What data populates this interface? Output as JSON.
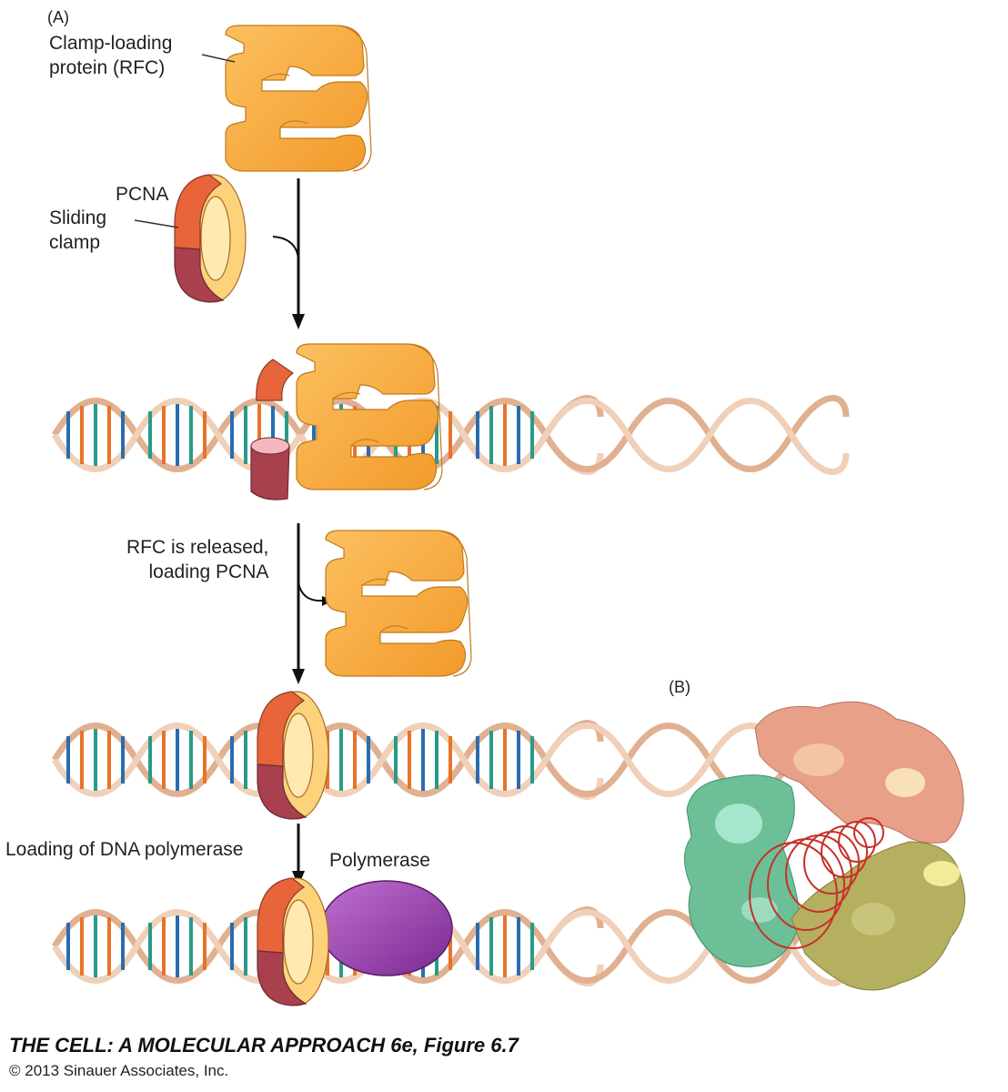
{
  "panel_a": {
    "label": "(A)",
    "clamp_loader_label": "Clamp-loading\nprotein (RFC)",
    "pcna_label": "PCNA",
    "sliding_clamp_label": "Sliding\nclamp",
    "release_label": "RFC is released,\nloading PCNA",
    "polymerase_loading_label": "Loading of DNA polymerase",
    "polymerase_label": "Polymerase"
  },
  "panel_b": {
    "label": "(B)"
  },
  "caption": {
    "title": "THE CELL: A MOLECULAR APPROACH 6e, Figure 6.7",
    "copyright": "© 2013 Sinauer Associates, Inc."
  },
  "colors": {
    "rfc": "#f7a93a",
    "pcna_red": "#e8643a",
    "pcna_dark": "#a8404e",
    "pcna_inner": "#fcd37a",
    "polymerase": "#9b3fb0",
    "dna_backbone": "#f0c8b0",
    "dna_teal": "#2a9a8a",
    "dna_blue": "#2a6cb0",
    "dna_orange": "#e8732a",
    "pcna_b_salmon": "#e8a088",
    "pcna_b_green": "#6cbf96",
    "pcna_b_olive": "#b5b060",
    "dna_coil": "#c8302a"
  }
}
